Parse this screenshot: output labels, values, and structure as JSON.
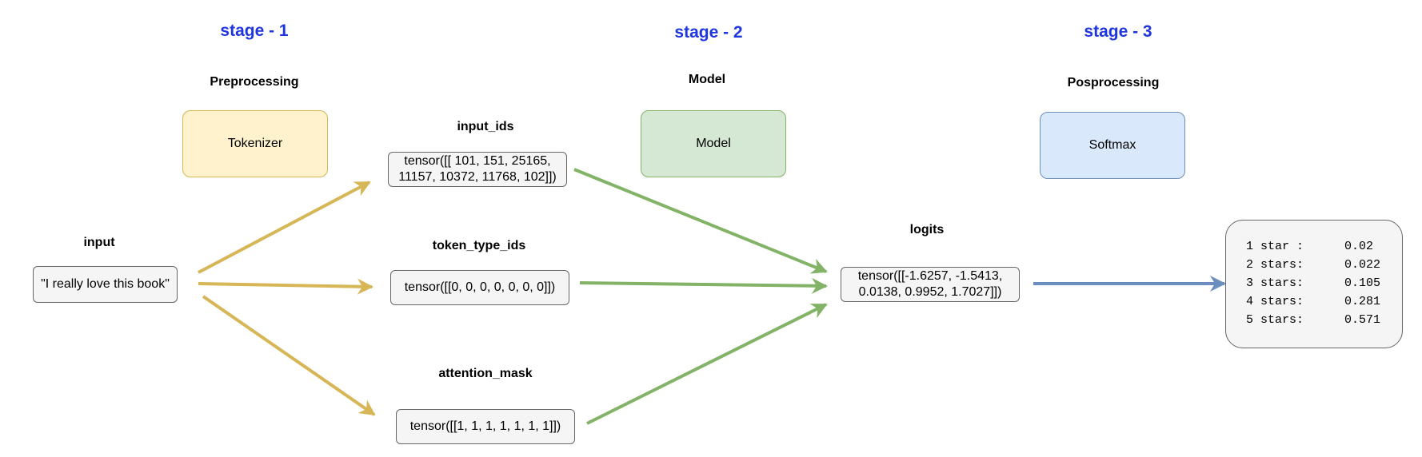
{
  "stages": [
    {
      "title": "stage - 1",
      "section": "Preprocessing",
      "block": "Tokenizer"
    },
    {
      "title": "stage - 2",
      "section": "Model",
      "block": "Model"
    },
    {
      "title": "stage - 3",
      "section": "Posprocessing",
      "block": "Softmax"
    }
  ],
  "input": {
    "label": "input",
    "value": "\"I really love this book\""
  },
  "tensors": {
    "input_ids": {
      "label": "input_ids",
      "line1": "tensor([[ 101, 151, 25165,",
      "line2": "11157, 10372, 11768, 102]])"
    },
    "token_type_ids": {
      "label": "token_type_ids",
      "value": "tensor([[0, 0, 0, 0, 0, 0, 0]])"
    },
    "attention_mask": {
      "label": "attention_mask",
      "value": "tensor([[1, 1, 1, 1, 1, 1, 1]])"
    }
  },
  "logits": {
    "label": "logits",
    "line1": "tensor([[-1.6257, -1.5413,",
    "line2": "0.0138, 0.9952, 1.7027]])"
  },
  "probabilities": [
    {
      "name": "1 star :",
      "value": "0.02"
    },
    {
      "name": "2 stars:",
      "value": "0.022"
    },
    {
      "name": "3 stars:",
      "value": "0.105"
    },
    {
      "name": "4 stars:",
      "value": "0.281"
    },
    {
      "name": "5 stars:",
      "value": "0.571"
    }
  ],
  "colors": {
    "stage_title": "#1f35e0",
    "preprocessing_arrow": "#d6b656",
    "model_arrow": "#82b366",
    "postprocessing_arrow": "#6c8ebf"
  }
}
